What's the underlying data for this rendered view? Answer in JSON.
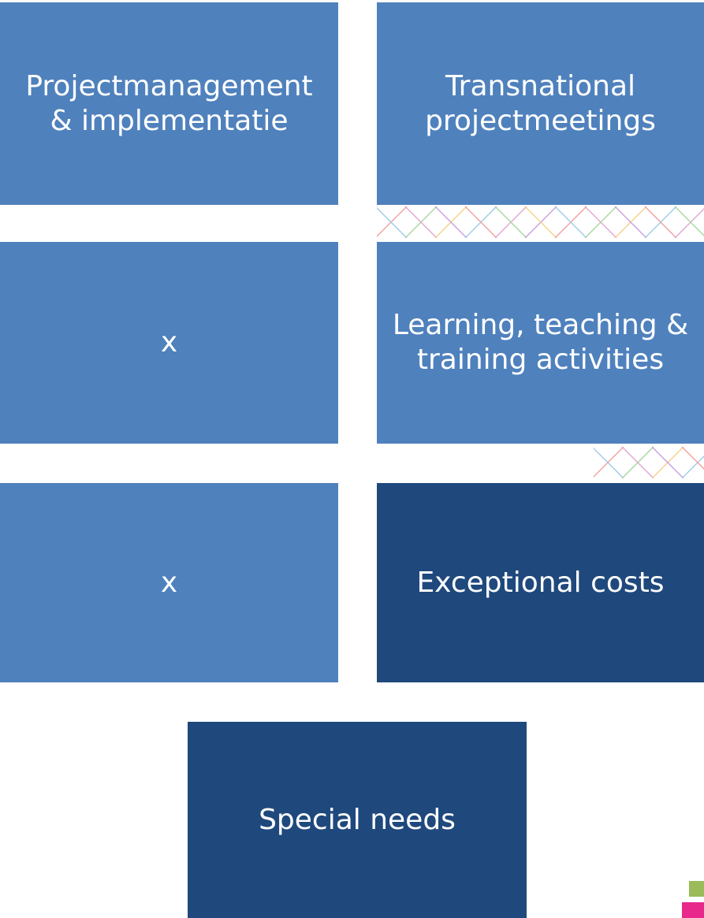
{
  "tiles": {
    "projectmanagement": "Projectmanagement\n& implementatie",
    "transnational": "Transnational\nprojectmeetings",
    "placeholder_1": "x",
    "learning": "Learning, teaching &\ntraining activities",
    "placeholder_2": "x",
    "exceptional": "Exceptional costs",
    "special_needs": "Special needs"
  },
  "colors": {
    "tile_light": "#4f81bd",
    "tile_dark": "#1f497d",
    "accent_green": "#9bbb59",
    "accent_pink": "#e8298b"
  }
}
